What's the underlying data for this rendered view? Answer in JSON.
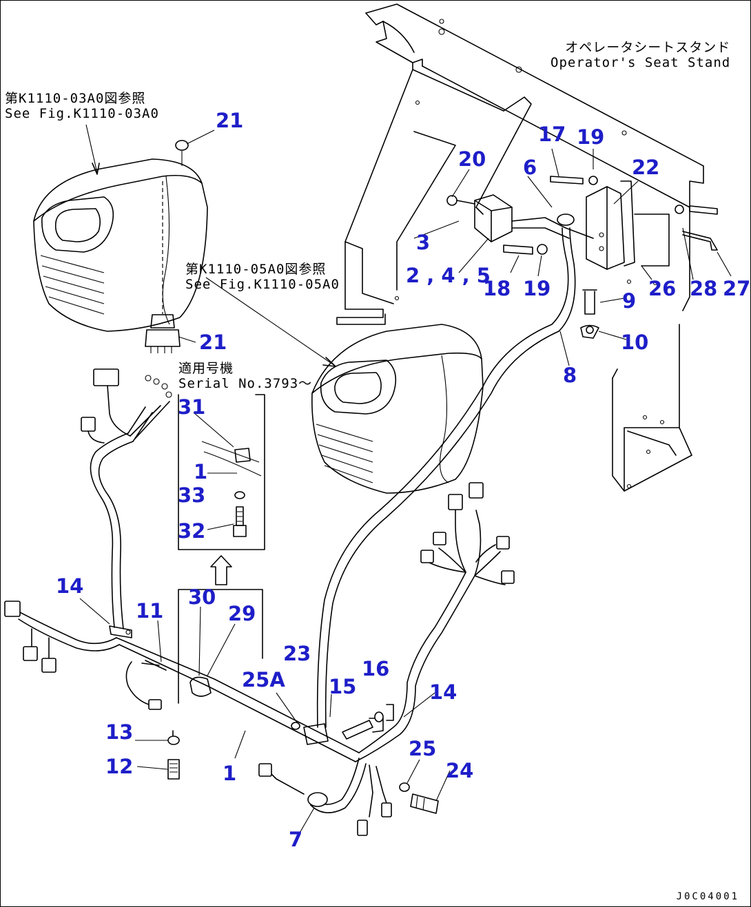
{
  "notes": {
    "seat_stand": [
      "オペレータシートスタンド",
      "Operator's Seat Stand"
    ],
    "ref_left": [
      "第K1110-03A0図参照",
      "See Fig.K1110-03A0"
    ],
    "ref_center": [
      "第K1110-05A0図参照",
      "See Fig.K1110-05A0"
    ],
    "serial": [
      "適用号機",
      "Serial No.3793～"
    ]
  },
  "callouts": {
    "c21a": "21",
    "c21b": "21",
    "c17": "17",
    "c19a": "19",
    "c20": "20",
    "c6": "6",
    "c22": "22",
    "c3": "3",
    "c245": "2 , 4 , 5",
    "c18": "18",
    "c19b": "19",
    "c26": "26",
    "c28": "28",
    "c27": "27",
    "c9": "9",
    "c10": "10",
    "c8": "8",
    "c31": "31",
    "c1a": "1",
    "c33": "33",
    "c32": "32",
    "c14a": "14",
    "c11": "11",
    "c30": "30",
    "c29": "29",
    "c25a": "25A",
    "c23": "23",
    "c15": "15",
    "c16": "16",
    "c14b": "14",
    "c13": "13",
    "c12": "12",
    "c1b": "1",
    "c25": "25",
    "c24": "24",
    "c7": "7"
  },
  "doc_number": "J0C04001"
}
